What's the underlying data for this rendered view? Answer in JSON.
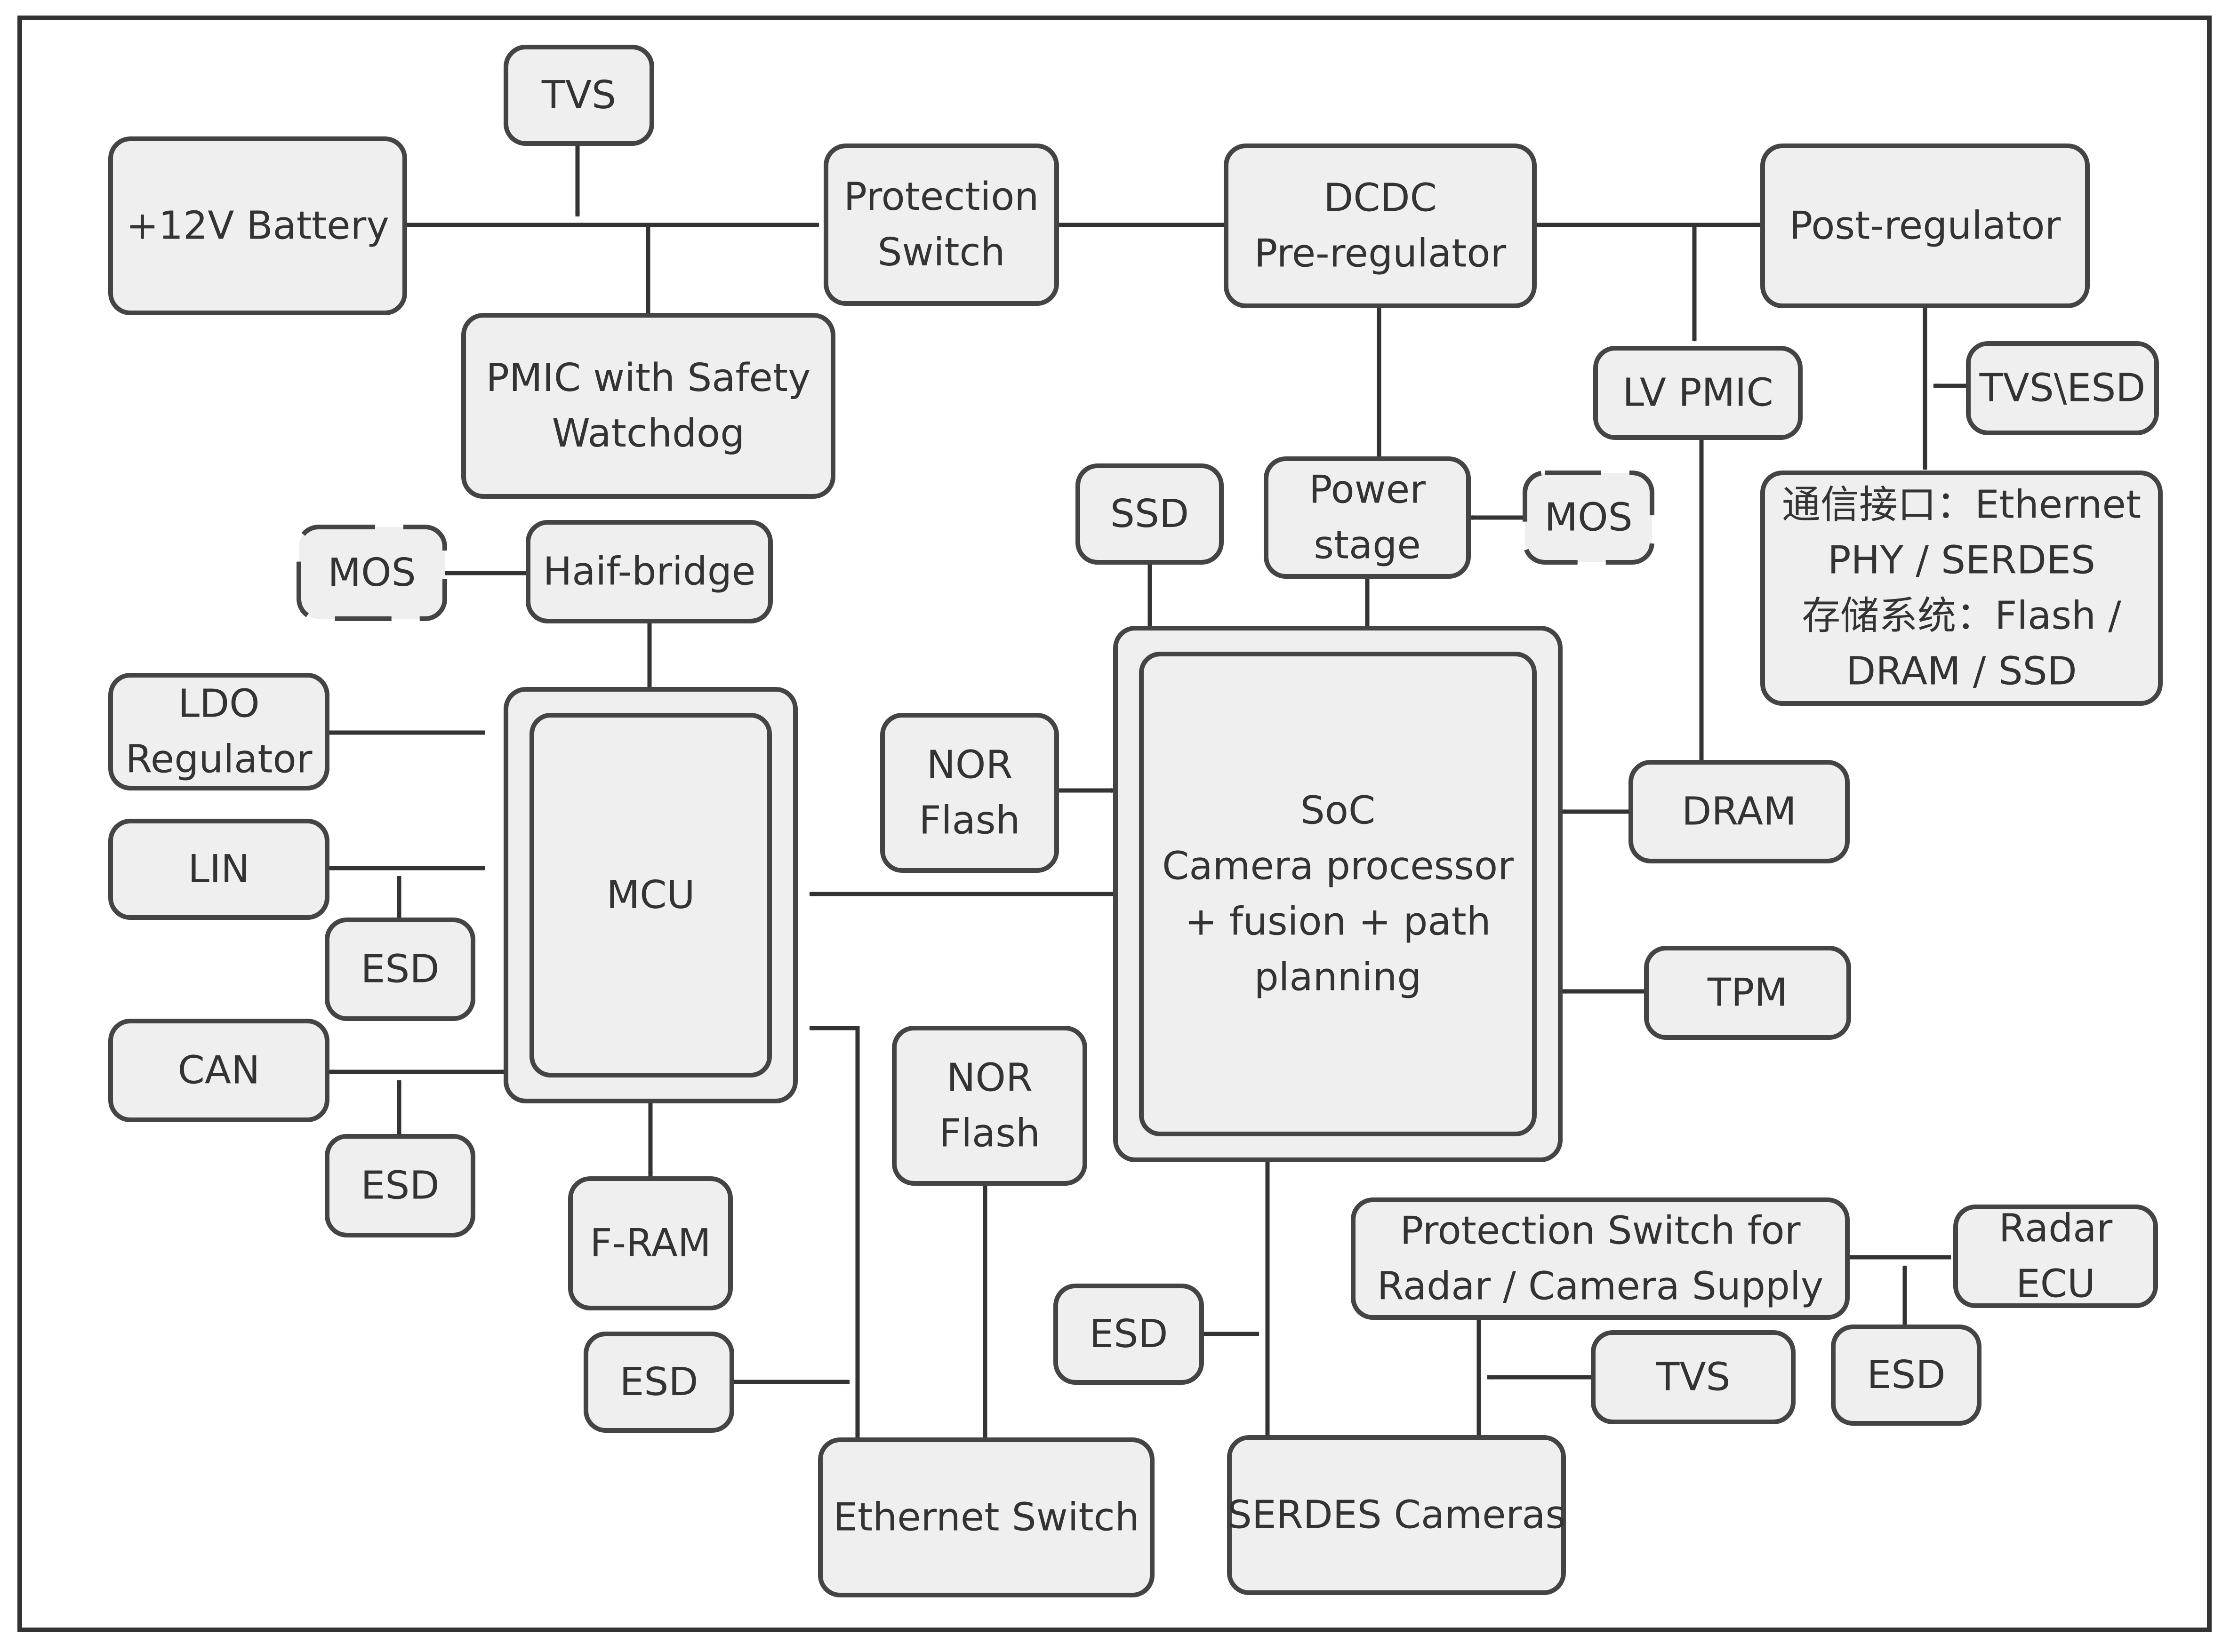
{
  "blocks": {
    "tvs_top": "TVS",
    "battery": "+12V Battery",
    "protection_switch": [
      "Protection",
      "Switch"
    ],
    "dcdc": [
      "DCDC",
      "Pre-regulator"
    ],
    "post_regulator": "Post-regulator",
    "pmic": [
      "PMIC with Safety",
      "Watchdog"
    ],
    "lv_pmic": "LV PMIC",
    "tvs_esd": "TVS\\ESD",
    "comm_storage": [
      "通信接口：Ethernet",
      "PHY / SERDES",
      "存储系统：Flash /",
      "DRAM / SSD"
    ],
    "mos_left": "MOS",
    "half_bridge": "Haif-bridge",
    "ssd": "SSD",
    "power_stage": [
      "Power",
      "stage"
    ],
    "mos_right": "MOS",
    "ldo": [
      "LDO",
      "Regulator"
    ],
    "lin": "LIN",
    "esd_lin": "ESD",
    "can": "CAN",
    "esd_can": "ESD",
    "mcu": "MCU",
    "nor_flash_soc": [
      "NOR",
      "Flash"
    ],
    "soc": [
      "SoC",
      "Camera processor",
      "+ fusion + path",
      "planning"
    ],
    "dram": "DRAM",
    "tpm": "TPM",
    "nor_flash_eth": [
      "NOR",
      "Flash"
    ],
    "fram": "F-RAM",
    "esd_eth": "ESD",
    "ethernet_switch": "Ethernet Switch",
    "esd_serdes": "ESD",
    "serdes_cameras": "SERDES Cameras",
    "protection_radar": [
      "Protection Switch for",
      "Radar / Camera Supply"
    ],
    "radar_ecu": [
      "Radar",
      "ECU"
    ],
    "tvs_radar": "TVS",
    "esd_radar": "ESD"
  }
}
